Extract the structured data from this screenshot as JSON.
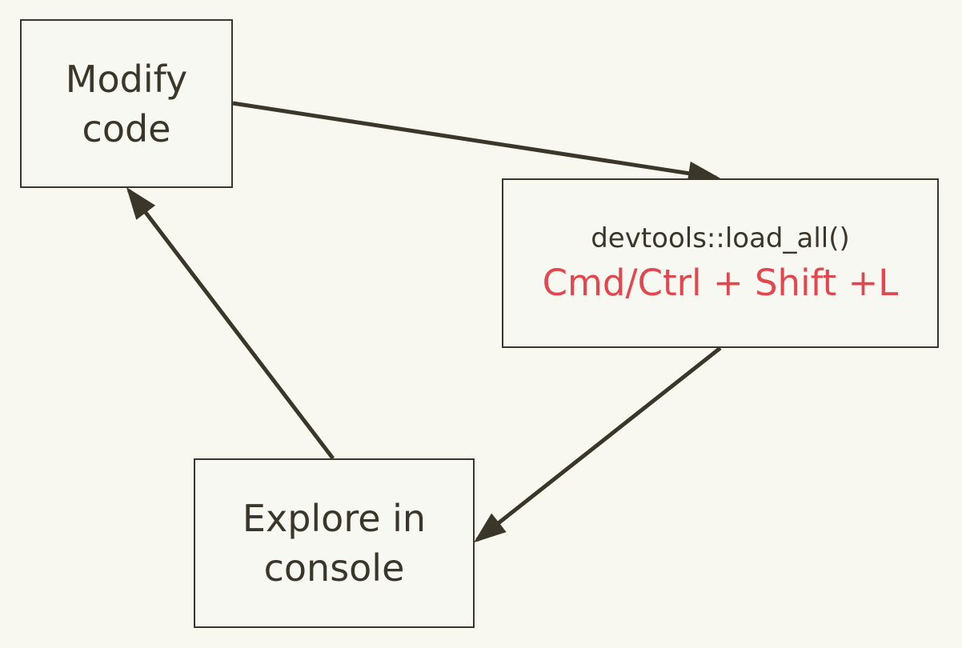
{
  "nodes": {
    "modify": {
      "line1": "Modify",
      "line2": "code"
    },
    "load": {
      "command": "devtools::load_all()",
      "shortcut": "Cmd/Ctrl + Shift +L"
    },
    "explore": {
      "line1": "Explore in",
      "line2": "console"
    }
  },
  "colors": {
    "background": "#f8f7f0",
    "stroke": "#3a3629",
    "shortcut": "#e2474f"
  },
  "edges": [
    {
      "from": "modify",
      "to": "load"
    },
    {
      "from": "load",
      "to": "explore"
    },
    {
      "from": "explore",
      "to": "modify"
    }
  ]
}
